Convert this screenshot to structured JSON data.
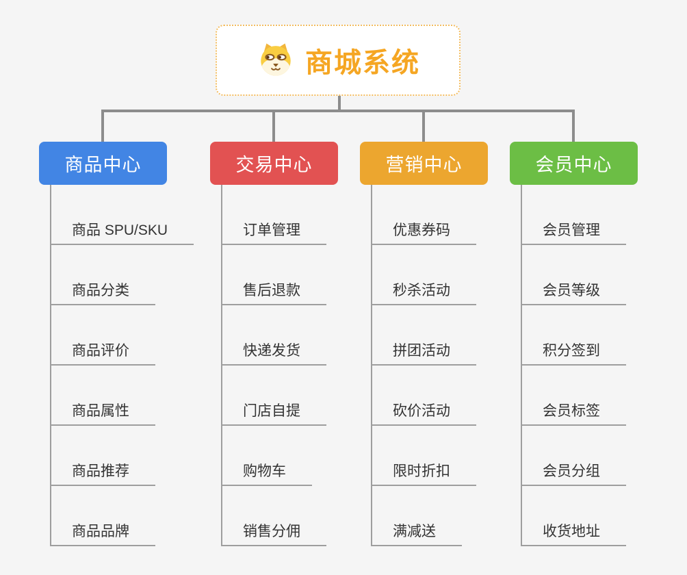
{
  "root": {
    "title": "商城系统",
    "icon": "shiba-dog-icon",
    "title_color": "#f5a623",
    "border_color": "#f3bc5e"
  },
  "colors": {
    "connector": "#8c8c8c",
    "child_line": "#9e9e9e",
    "background": "#f5f5f5",
    "child_text": "#333333"
  },
  "branches": [
    {
      "label": "商品中心",
      "color": "#4285e4",
      "children": [
        "商品 SPU/SKU",
        "商品分类",
        "商品评价",
        "商品属性",
        "商品推荐",
        "商品品牌"
      ]
    },
    {
      "label": "交易中心",
      "color": "#e25252",
      "children": [
        "订单管理",
        "售后退款",
        "快递发货",
        "门店自提",
        "购物车",
        "销售分佣"
      ]
    },
    {
      "label": "营销中心",
      "color": "#eca62f",
      "children": [
        "优惠券码",
        "秒杀活动",
        "拼团活动",
        "砍价活动",
        "限时折扣",
        "满减送"
      ]
    },
    {
      "label": "会员中心",
      "color": "#6cbe45",
      "children": [
        "会员管理",
        "会员等级",
        "积分签到",
        "会员标签",
        "会员分组",
        "收货地址"
      ]
    }
  ]
}
